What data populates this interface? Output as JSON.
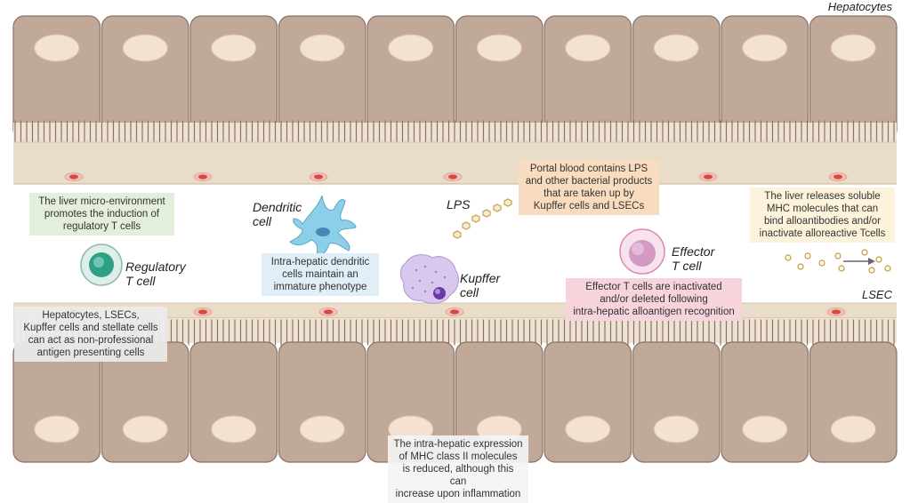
{
  "labels": {
    "hepatocytes": "Hepatocytes",
    "lsec": "LSEC",
    "dendritic_cell": "Dendritic\ncell",
    "lps": "LPS",
    "kupffer_cell": "Kupffer\ncell",
    "regulatory_t_cell": "Regulatory\nT cell",
    "effector_t_cell": "Effector\nT cell"
  },
  "notes": {
    "regulatory_induction": "The liver micro-environment\npromotes the induction of\nregulatory T cells",
    "dendritic_phenotype": "Intra-hepatic dendritic\ncells maintain an\nimmature phenotype",
    "portal_blood": "Portal blood contains LPS\nand other bacterial products\nthat are taken up by\nKupffer cells and LSECs",
    "soluble_mhc": "The liver releases soluble\nMHC molecules that can\nbind alloantibodies and/or\ninactivate alloreactive Tcells",
    "effector_inactivation": "Effector T cells are inactivated\nand/or deleted following\nintra-hepatic alloantigen recognition",
    "apc": "Hepatocytes, LSECs,\nKupffer cells and stellate cells\ncan act as non-professional\nantigen presenting cells",
    "mhc_class_ii": "The intra-hepatic expression\nof MHC class II molecules\nis reduced, although this can\nincrease upon inflammation"
  },
  "colors": {
    "hepatocyte_fill": "#c1a999",
    "hepatocyte_stroke": "#8a7263",
    "nucleus": "#f3e1d2",
    "lsec_band": "#e9dcc9",
    "lsec_nucleus": "#d24a44",
    "green_box": "#e3efdb",
    "blue_box": "#dfeef7",
    "orange_box": "#f9dcc0",
    "yellow_box": "#fdf3dd",
    "pink_box": "#f7d3dc",
    "grey_box": "#ececec"
  }
}
